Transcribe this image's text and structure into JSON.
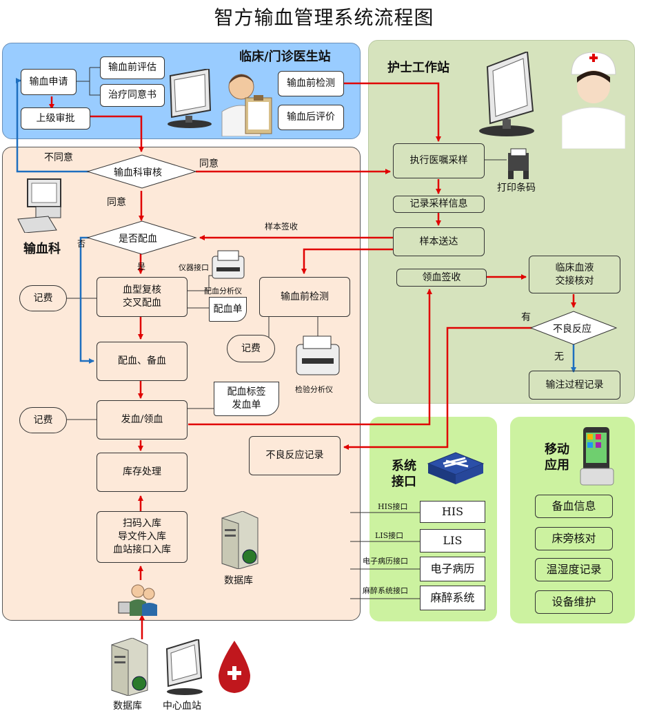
{
  "title": "智方输血管理系统流程图",
  "zones": {
    "clinic": "临床/门诊医生站",
    "nurse": "护士工作站",
    "blood_dept": "输血科",
    "interface": "系统\n接口",
    "mobile": "移动\n应用"
  },
  "clinic": {
    "apply": "输血申请",
    "pre_eval": "输血前评估",
    "consent": "治疗同意书",
    "superior": "上级审批",
    "pre_test": "输血前检测",
    "post_eval": "输血后评价"
  },
  "dept": {
    "review": "输血科审核",
    "match_q": "是否配血",
    "retype": "血型复核\n交叉配血",
    "match_stock": "配血、备血",
    "issue": "发血/领血",
    "inventory": "库存处理",
    "inbound": "扫码入库\n导文件入库\n血站接口入库",
    "pre_test": "输血前检测",
    "adverse_record": "不良反应记录",
    "fee1": "记费",
    "fee2": "记费",
    "fee3": "记费",
    "match_sheet": "配血单",
    "label_sheet": "配血标签\n发血单",
    "db": "数据库"
  },
  "nurse": {
    "execute": "执行医嘱采样",
    "print": "打印条码",
    "record": "记录采样信息",
    "deliver": "样本送达",
    "receive": "领血签收",
    "handover": "临床血液\n交接核对",
    "adverse_q": "不良反应",
    "process": "输注过程记录"
  },
  "labels": {
    "disagree": "不同意",
    "agree1": "同意",
    "agree2": "同意",
    "no": "否",
    "yes": "是",
    "sample_sign": "样本签收",
    "instrument_if": "仪器接口",
    "match_analyzer": "配血分析仪",
    "test_analyzer": "检验分析仪",
    "has": "有",
    "none": "无"
  },
  "interfaces": [
    {
      "tag": "HIS接口",
      "name": "HIS"
    },
    {
      "tag": "LIS接口",
      "name": "LIS"
    },
    {
      "tag": "电子病历接口",
      "name": "电子病历"
    },
    {
      "tag": "麻醉系统接口",
      "name": "麻醉系统"
    }
  ],
  "mobile": [
    "备血信息",
    "床旁核对",
    "温湿度记录",
    "设备维护"
  ],
  "bottom": {
    "db": "数据库",
    "center": "中心血站"
  },
  "colors": {
    "clinic_bg": "#99ccff",
    "nurse_bg": "#d6e3bd",
    "dept_bg": "#fde9d9",
    "green_bg": "#ccf2a0",
    "flow_red": "#e00000",
    "flow_blue": "#1e6fbf"
  }
}
